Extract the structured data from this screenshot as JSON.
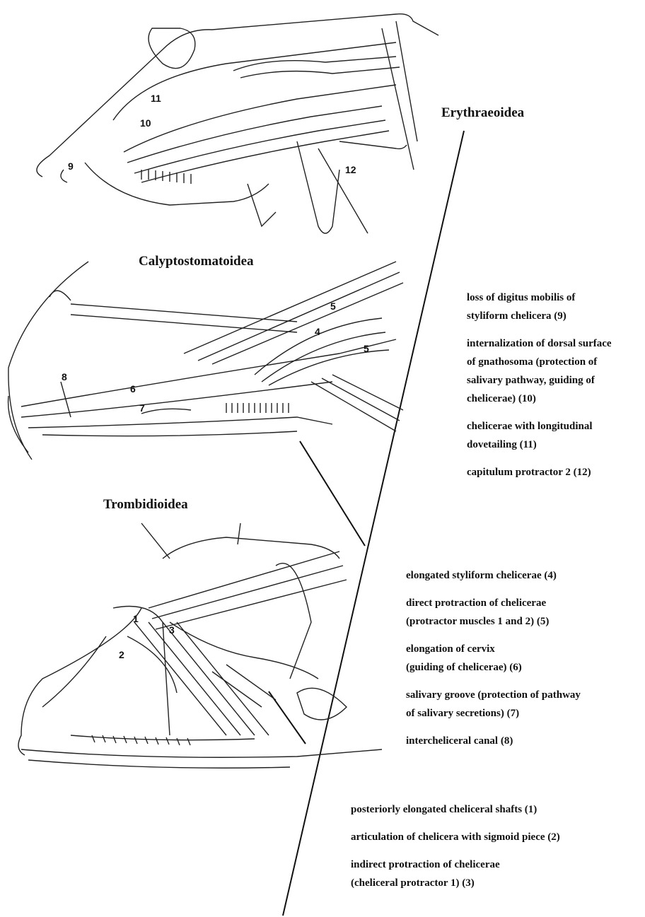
{
  "taxa": {
    "top": "Erythraeoidea",
    "middle": "Calyptostomatoidea",
    "bottom": "Trombidioidea"
  },
  "characters": {
    "erythraeoidea": [
      {
        "line1": "loss of digitus mobilis of",
        "line2": "styliform chelicera (9)"
      },
      {
        "line1": "internalization of dorsal surface",
        "line2": "of gnathosoma (protection of"
      },
      {
        "line1": "salivary pathway, guiding of",
        "line2": "chelicerae) (10)"
      },
      {
        "line1": "chelicerae with longitudinal",
        "line2": "dovetailing  (11)"
      },
      {
        "line1": "capitulum protractor 2 (12)",
        "line2": ""
      }
    ],
    "calyptostomatoidea": [
      {
        "line1": "elongated styliform chelicerae (4)",
        "line2": ""
      },
      {
        "line1": "direct protraction of chelicerae",
        "line2": "(protractor muscles 1 and 2) (5)"
      },
      {
        "line1": "elongation of cervix",
        "line2": "(guiding of chelicerae) (6)"
      },
      {
        "line1": "salivary groove (protection of pathway",
        "line2": "of salivary secretions) (7)"
      },
      {
        "line1": "intercheliceral canal (8)",
        "line2": ""
      }
    ],
    "trombidioidea": [
      {
        "line1": "posteriorly elongated cheliceral shafts (1)",
        "line2": ""
      },
      {
        "line1": "articulation of chelicera with sigmoid piece (2)",
        "line2": ""
      },
      {
        "line1": "indirect protraction of chelicerae",
        "line2": "(cheliceral protractor 1) (3)"
      }
    ]
  },
  "figure_numbers": {
    "erythraeoidea": [
      "11",
      "10",
      "9",
      "12"
    ],
    "calyptostomatoidea": [
      "5",
      "4",
      "5",
      "8",
      "6",
      "7"
    ],
    "trombidioidea": [
      "1",
      "2",
      "3"
    ]
  }
}
